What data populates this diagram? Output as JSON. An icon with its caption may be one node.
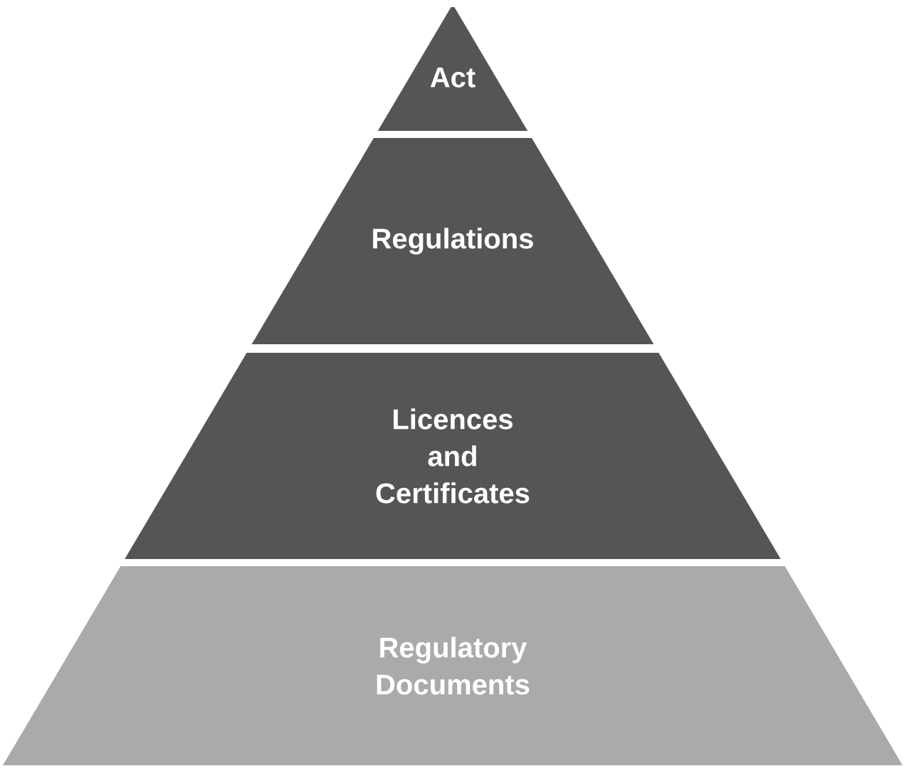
{
  "diagram": {
    "nodes": [
      {
        "text": [
          "Act"
        ]
      },
      {
        "text": [
          "Regulations"
        ]
      },
      {
        "text": [
          "Licences and Certificates"
        ]
      },
      {
        "text": [
          "Regulatory Documents"
        ]
      }
    ]
  }
}
